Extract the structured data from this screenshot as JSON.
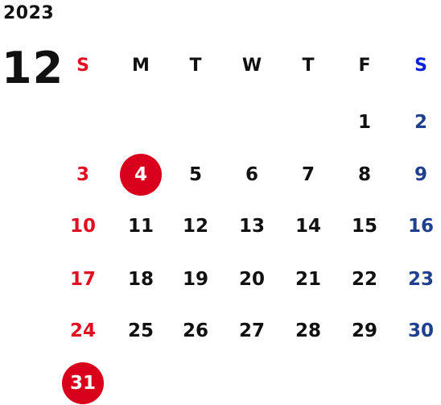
{
  "calendar": {
    "year": "2023",
    "month": "12",
    "weekdays": [
      "S",
      "M",
      "T",
      "W",
      "T",
      "F",
      "S"
    ],
    "weeks": [
      [
        "",
        "",
        "",
        "",
        "",
        "1",
        "2"
      ],
      [
        "3",
        "4",
        "5",
        "6",
        "7",
        "8",
        "9"
      ],
      [
        "10",
        "11",
        "12",
        "13",
        "14",
        "15",
        "16"
      ],
      [
        "17",
        "18",
        "19",
        "20",
        "21",
        "22",
        "23"
      ],
      [
        "24",
        "25",
        "26",
        "27",
        "28",
        "29",
        "30"
      ],
      [
        "31",
        "",
        "",
        "",
        "",
        "",
        ""
      ]
    ],
    "highlighted_days": [
      "4",
      "31"
    ],
    "colors": {
      "sunday": "#e01020",
      "saturday_header": "#0a23d8",
      "saturday": "#1f3f8f",
      "highlight": "#d9001b",
      "text": "#111111"
    }
  }
}
